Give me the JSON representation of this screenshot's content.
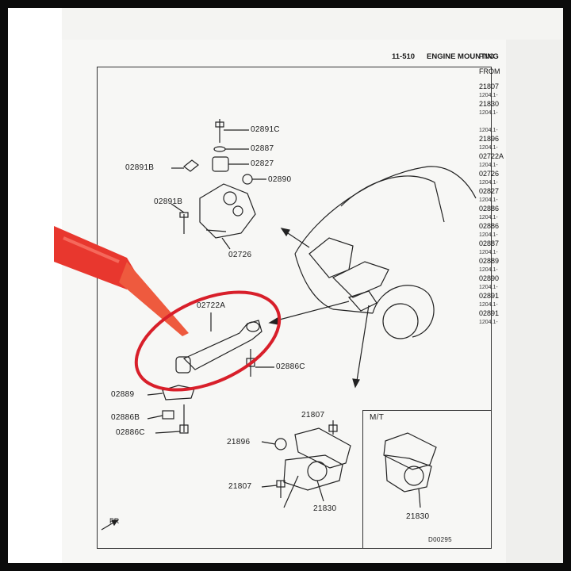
{
  "page_header": {
    "page_number": "11-510",
    "section_title": "ENGINE MOUNTING"
  },
  "table": {
    "header_1": "PNC",
    "header_2": "FROM",
    "rows": [
      {
        "pnc": "21807",
        "sub": "1204.1-"
      },
      {
        "pnc": "21830",
        "sub": "1204.1-"
      },
      {
        "pnc": "",
        "sub": "1204.1-"
      },
      {
        "pnc": "21896",
        "sub": "1204.1-"
      },
      {
        "pnc": "02722A",
        "sub": "1204.1-"
      },
      {
        "pnc": "02726",
        "sub": "1204.1-"
      },
      {
        "pnc": "02827",
        "sub": "1204.1-"
      },
      {
        "pnc": "02886",
        "sub": "1204.1-"
      },
      {
        "pnc": "02886",
        "sub": "1204.1-"
      },
      {
        "pnc": "02887",
        "sub": "1204.1-"
      },
      {
        "pnc": "02889",
        "sub": "1204.1-"
      },
      {
        "pnc": "02890",
        "sub": "1204.1-"
      },
      {
        "pnc": "02891",
        "sub": "1204.1-"
      },
      {
        "pnc": "02891",
        "sub": "1204.1-"
      }
    ]
  },
  "labels": {
    "p02891C_top": "02891C",
    "p02887": "02887",
    "p02891B_a": "02891B",
    "p02827": "02827",
    "p02890": "02890",
    "p02891B_b": "02891B",
    "p02726": "02726",
    "p02722A": "02722A",
    "p02886C_a": "02886C",
    "p02889": "02889",
    "p02886B": "02886B",
    "p02886C_b": "02886C",
    "p21807_a": "21807",
    "p21896": "21896",
    "p21807_b": "21807",
    "p21830_a": "21830",
    "mt_label": "M/T",
    "p21830_b": "21830",
    "fr_label": "FR",
    "diagram_code": "D00295"
  },
  "colors": {
    "pen": "#e8372e",
    "highlight_circle": "#d81f2a",
    "ink": "#222222"
  }
}
